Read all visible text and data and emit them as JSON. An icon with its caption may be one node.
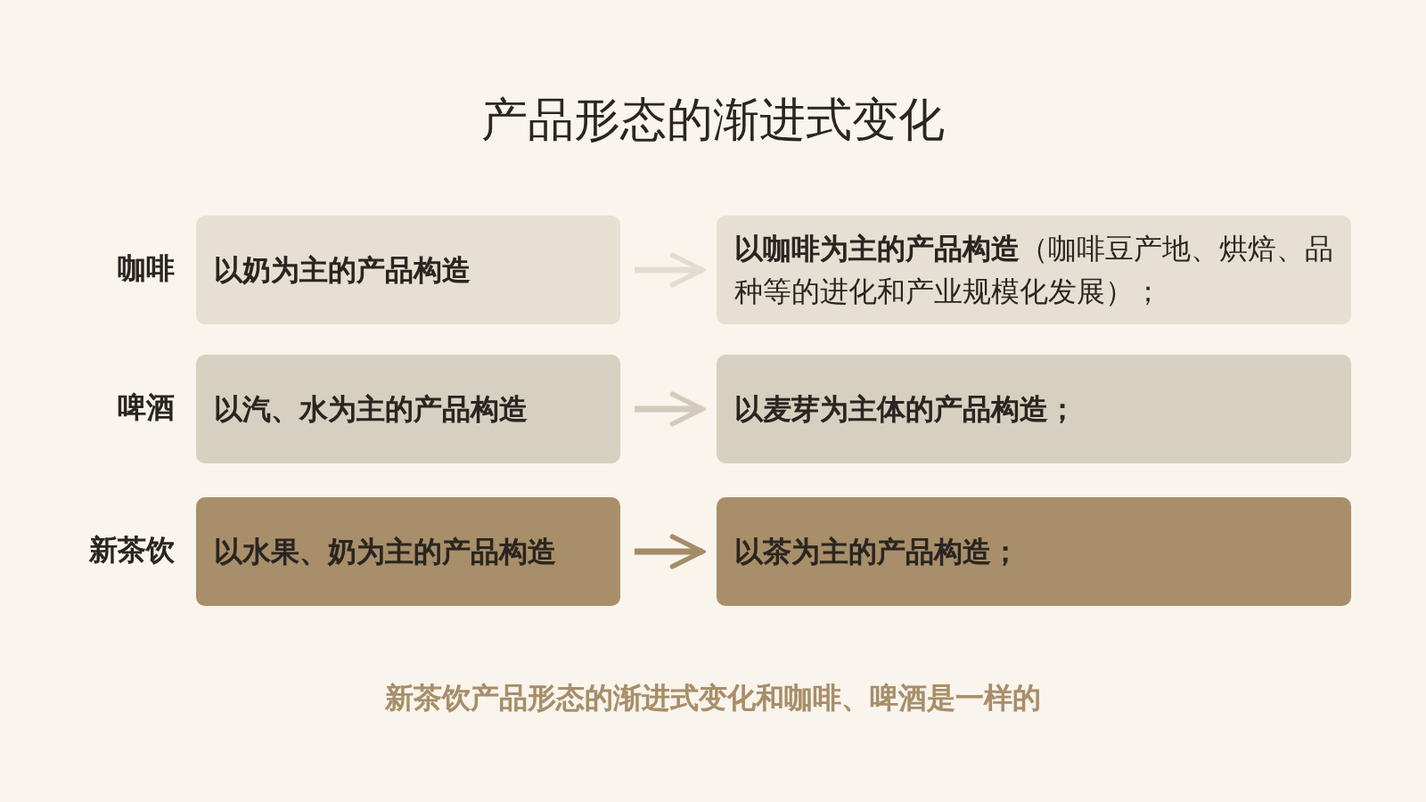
{
  "diagram": {
    "title": "产品形态的渐进式变化",
    "caption": "新茶饮产品形态的渐进式变化和咖啡、啤酒是一样的",
    "nodes": [
      {
        "text": [
          "以奶为主的产品构造"
        ],
        "beside": [
          "咖啡"
        ]
      },
      {
        "text": [
          "**以咖啡为主的产品构造**（咖啡豆产地、烘焙、品种等的进化和产业规模化发展）；"
        ]
      },
      {
        "text": [
          "以汽、水为主的产品构造"
        ],
        "beside": [
          "啤酒"
        ]
      },
      {
        "text": [
          "以麦芽为主体的产品构造；"
        ]
      },
      {
        "text": [
          "以水果、奶为主的产品构造"
        ],
        "beside": [
          "新茶饮"
        ]
      },
      {
        "text": [
          "以茶为主的产品构造；"
        ]
      }
    ],
    "edges": [
      {
        "from": 0,
        "to": 1,
        "arrow": "to",
        "color": "#e2ddd2"
      },
      {
        "from": 2,
        "to": 3,
        "arrow": "to",
        "color": "#d2cabb"
      },
      {
        "from": 4,
        "to": 5,
        "arrow": "to",
        "color": "#a48c68"
      }
    ]
  }
}
